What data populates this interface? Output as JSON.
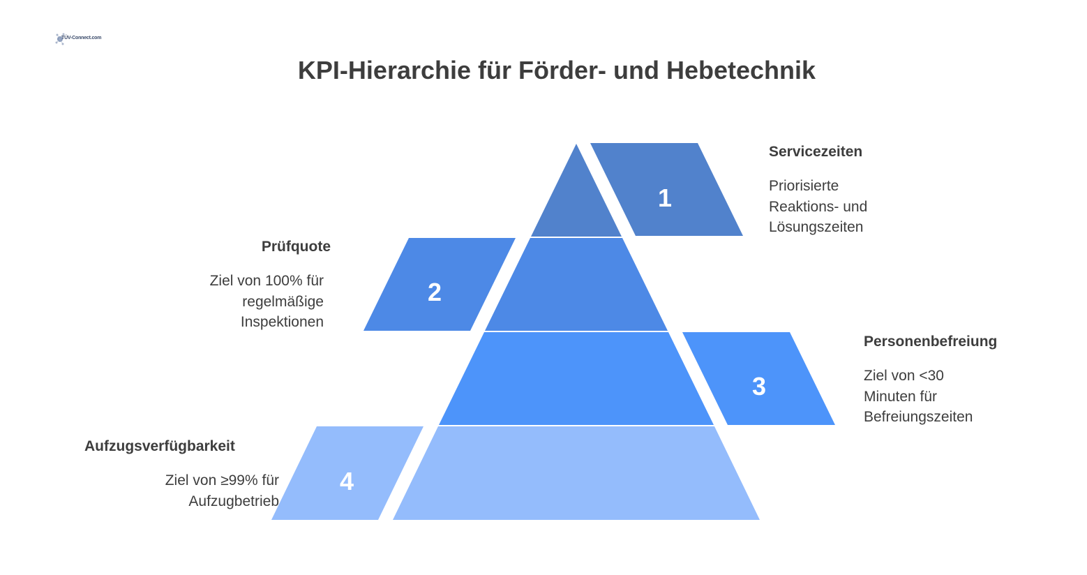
{
  "logo": {
    "text": "TÜV-Connect.com",
    "icon": "network-dots-logo"
  },
  "title": "KPI-Hierarchie für Förder- und Hebetechnik",
  "levels": [
    {
      "number": "1",
      "heading": "Servicezeiten",
      "description": "Priorisierte\nReaktions- und\nLösungszeiten",
      "color": "#5182cc"
    },
    {
      "number": "2",
      "heading": "Prüfquote",
      "description": "Ziel von 100% für\nregelmäßige\nInspektionen",
      "color": "#4d89e6"
    },
    {
      "number": "3",
      "heading": "Personenbefreiung",
      "description": "Ziel von <30\nMinuten für\nBefreiungszeiten",
      "color": "#4d94fa"
    },
    {
      "number": "4",
      "heading": "Aufzugsverfügbarkeit",
      "description": "Ziel von ≥99% für\nAufzugbetrieb",
      "color": "#94bcfc"
    }
  ]
}
